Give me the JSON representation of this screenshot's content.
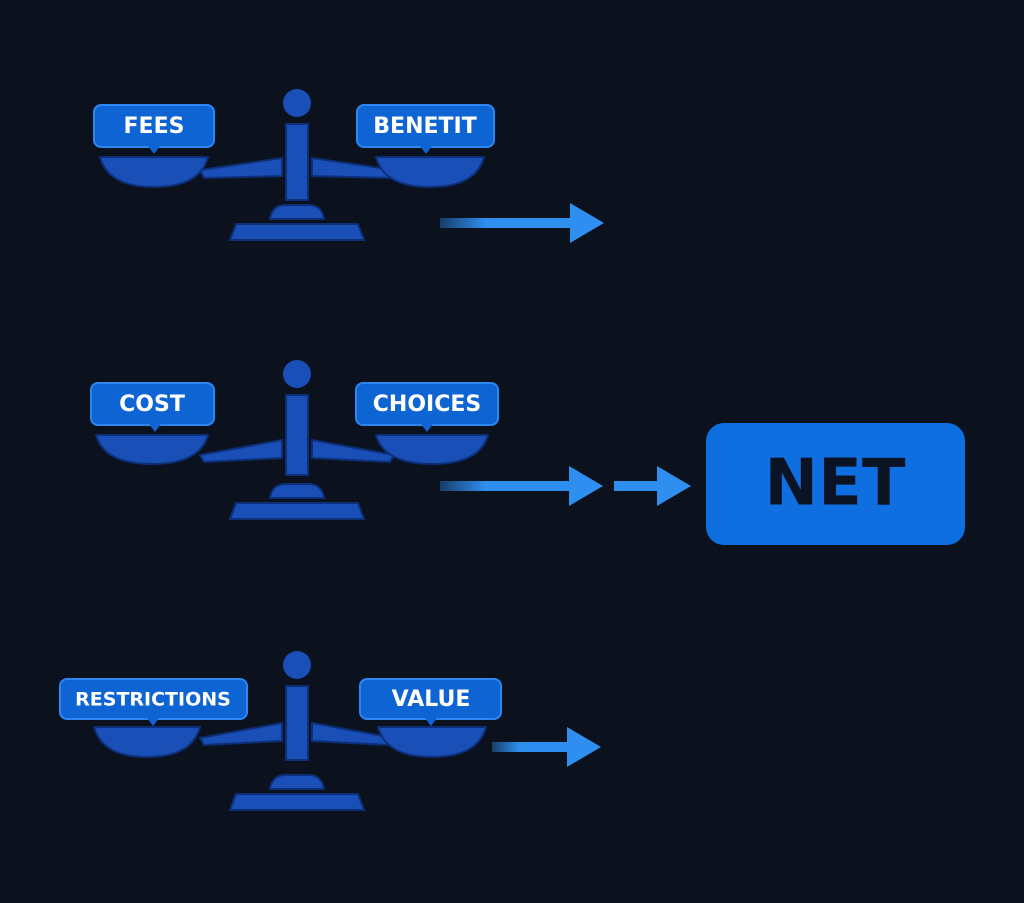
{
  "colors": {
    "background": "#0b121e",
    "scale_blue": "#1a4fb8",
    "scale_dark": "#123f9c",
    "label_blue": "#0f64d4",
    "label_border": "#2e86f0",
    "arrow_blue": "#2f8ff0",
    "net_blue": "#0f6fe0",
    "net_text": "#0a1424"
  },
  "icons": {
    "balance": "balance-scale-icon",
    "arrow": "arrow-right-icon"
  },
  "scales": [
    {
      "left_label": "FEES",
      "right_label": "BENETIT"
    },
    {
      "left_label": "COST",
      "right_label": "CHOICES"
    },
    {
      "left_label": "RESTRICTIONS",
      "right_label": "VALUE"
    }
  ],
  "result": {
    "label": "NET"
  }
}
